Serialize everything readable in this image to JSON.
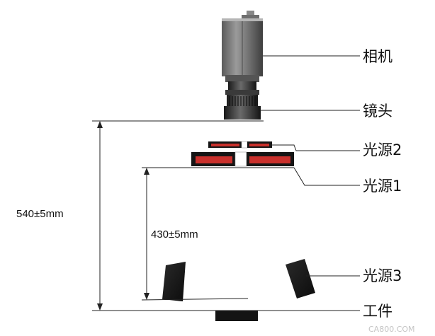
{
  "labels": {
    "camera": "相机",
    "lens": "镜头",
    "light2": "光源2",
    "light1": "光源1",
    "light3": "光源3",
    "workpiece": "工件"
  },
  "dimensions": {
    "outer": "540±5mm",
    "inner": "430±5mm"
  },
  "watermark": "CA800.COM"
}
